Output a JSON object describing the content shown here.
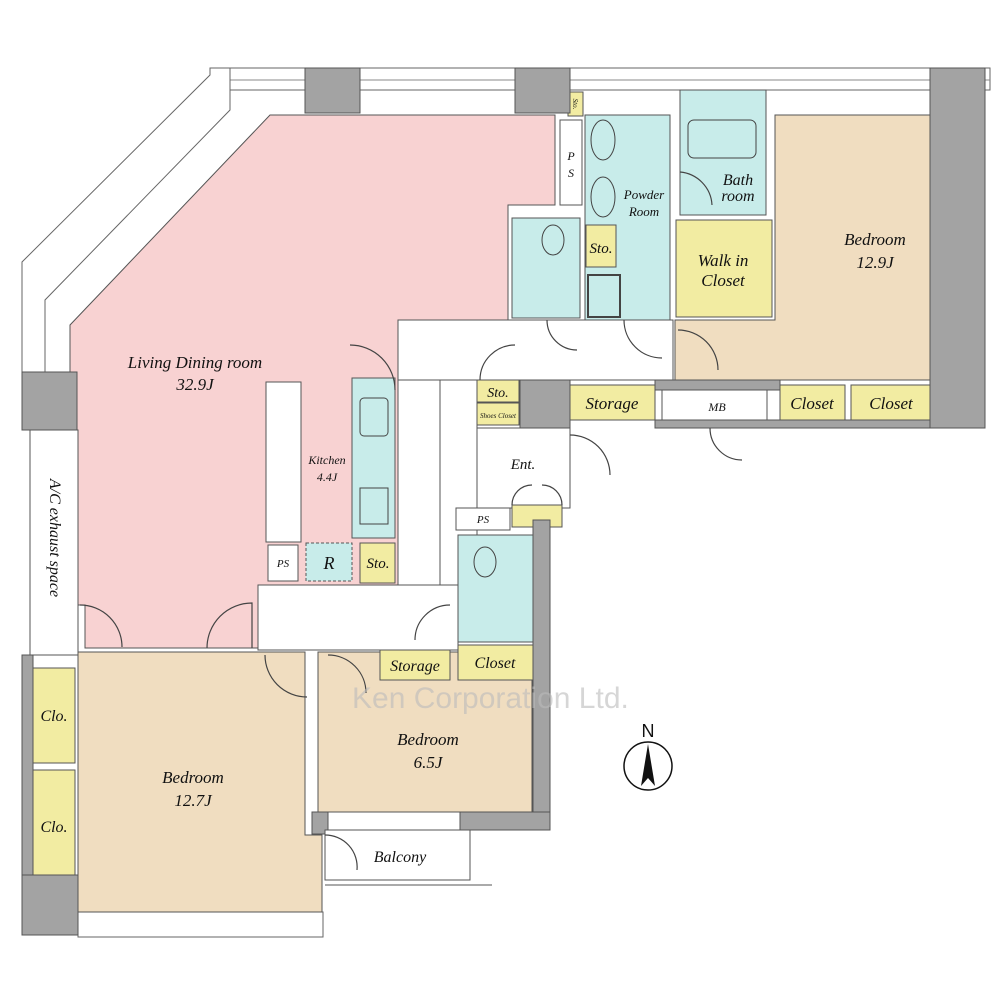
{
  "colors": {
    "living": "#f8d2d2",
    "bedroom": "#f0ddc0",
    "wet": "#c8ecea",
    "storage": "#f2eca2",
    "wall": "#a3a3a3"
  },
  "rooms": {
    "living_name": "Living Dining room",
    "living_size": "32.9J",
    "kitchen_name": "Kitchen",
    "kitchen_size": "4.4J",
    "bedroom_ne_name": "Bedroom",
    "bedroom_ne_size": "12.9J",
    "bedroom_sw_name": "Bedroom",
    "bedroom_sw_size": "12.7J",
    "bedroom_s_name": "Bedroom",
    "bedroom_s_size": "6.5J",
    "powder_line1": "Powder",
    "powder_line2": "Room",
    "bath_line1": "Bath",
    "bath_line2": "room",
    "walkin_line1": "Walk in",
    "walkin_line2": "Closet",
    "entrance": "Ent.",
    "balcony": "Balcony",
    "ac_space": "A/C exhaust space"
  },
  "storage": {
    "sto": "Sto.",
    "shoes_closet": "Shoes Closet",
    "storage": "Storage",
    "closet": "Closet",
    "clo": "Clo.",
    "ps": "PS",
    "ps_v1": "P",
    "ps_v2": "S",
    "mb": "MB",
    "fridge": "R"
  },
  "watermark": "Ken Corporation Ltd.",
  "compass": "N"
}
